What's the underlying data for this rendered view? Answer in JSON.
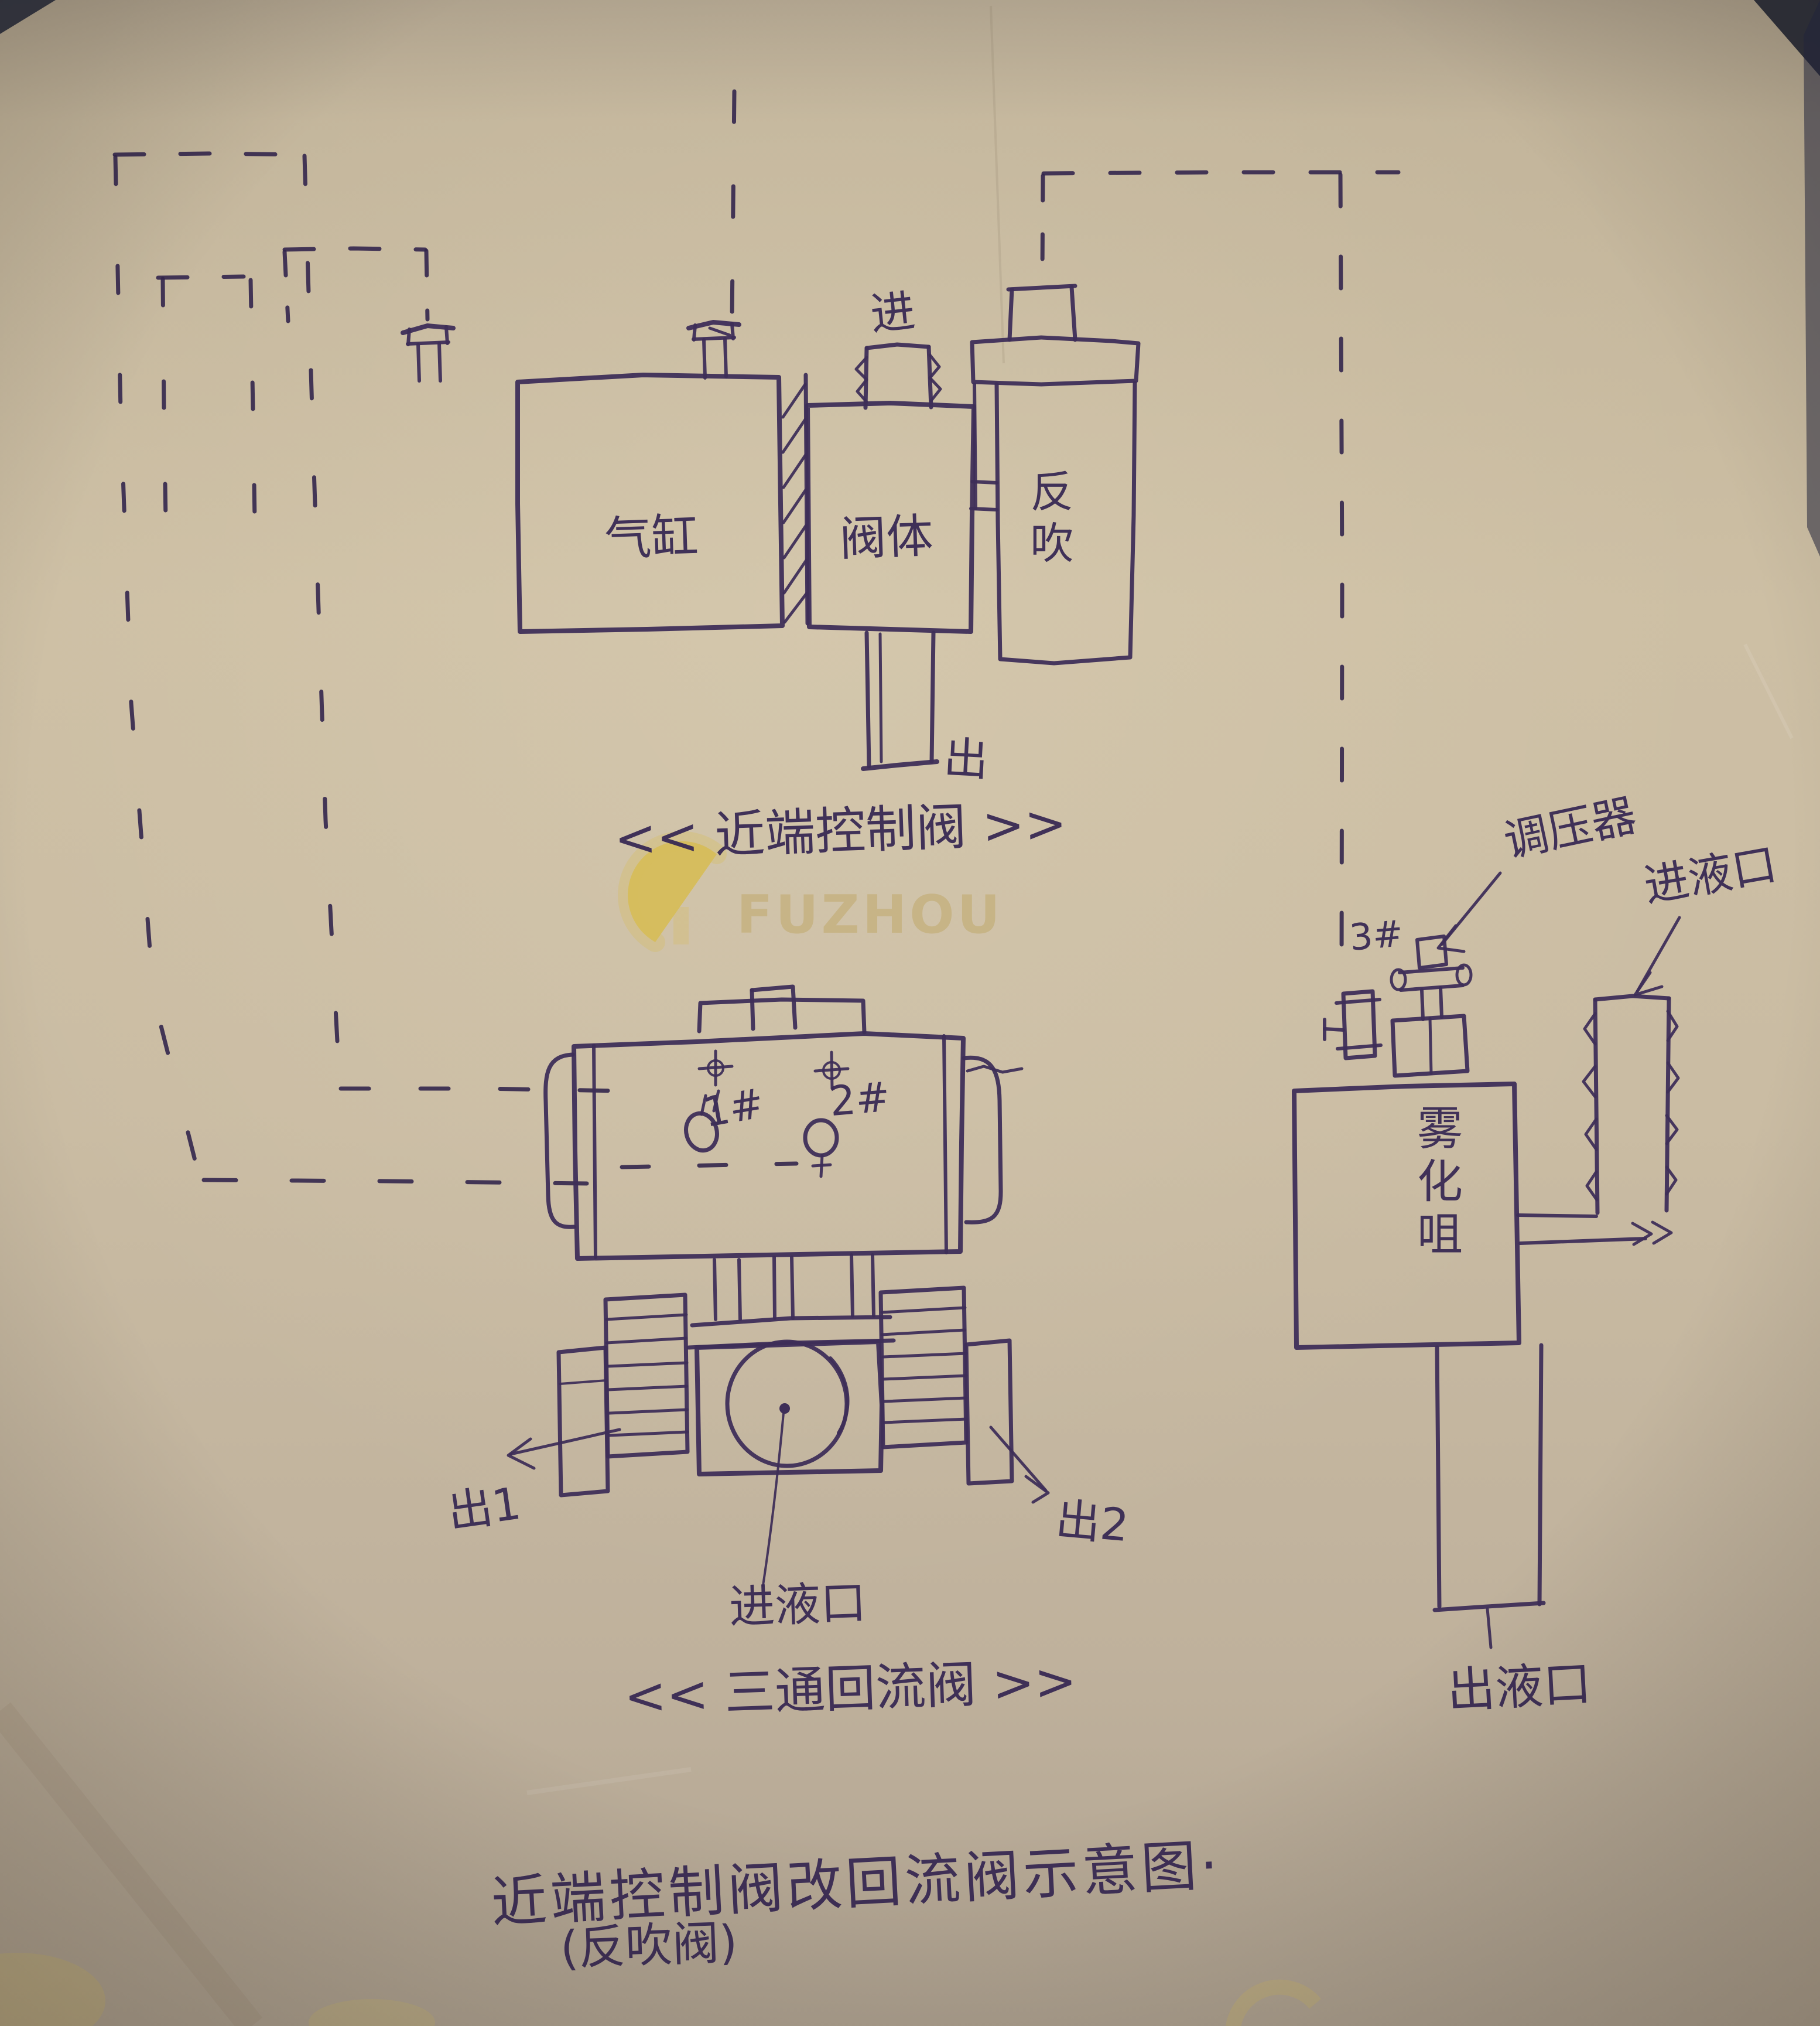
{
  "watermark": {
    "brand": "FUZHOU"
  },
  "title": {
    "main": "近端控制阀改回流阀示意图·",
    "sub": "(反吹阀)"
  },
  "top_diagram": {
    "caption": "<< 近端控制阀 >>",
    "cylinder": "气缸",
    "valve_body": "阀体",
    "backblow": "反吹",
    "inlet": "进",
    "outlet": "出"
  },
  "middle_diagram": {
    "caption": "<< 三通回流阀 >>",
    "port1": "1#",
    "port2": "2#",
    "outlet1": "出1",
    "outlet2": "出2",
    "inlet": "进液口"
  },
  "right_diagram": {
    "regulator": "调压器",
    "inlet": "进液口",
    "port3": "3#",
    "atomizer": "雾化咀",
    "outlet": "出液口"
  }
}
